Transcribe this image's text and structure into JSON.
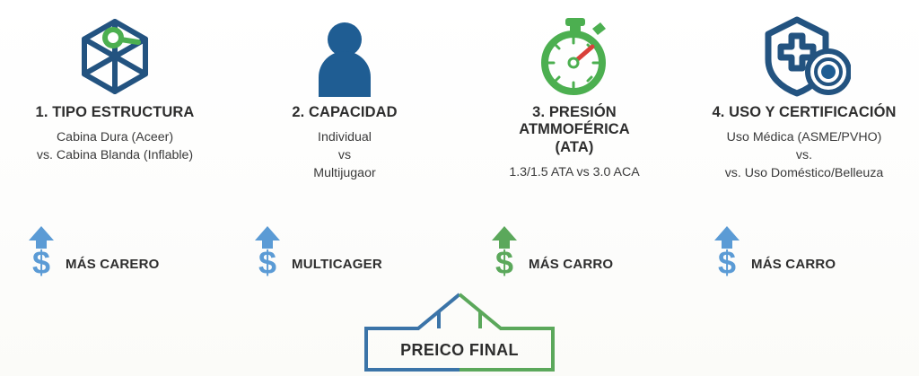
{
  "palette": {
    "dark_blue": "#1F5D93",
    "deep_navy": "#235380",
    "light_blue": "#5B9BD5",
    "green": "#4CAF50",
    "arrow_green": "#5BA85B",
    "red_needle": "#D9403A",
    "text": "#2E2E2E",
    "background": "#FFFFFF"
  },
  "columns": [
    {
      "id": "tipo-estructura",
      "icon": "cube-hexagon-icon",
      "title": "1. TIPO   ESTRUCTURA",
      "subtitle": "Cabina Dura (Aceer)\nvs. Cabina Blanda (Inflable)",
      "cost": {
        "label": "MÁS CARERO",
        "arrow_icon": "arrow-up-icon",
        "currency_icon": "dollar-sign-icon",
        "color": "#5B9BD5"
      }
    },
    {
      "id": "capacidad",
      "icon": "person-icon",
      "title": "2. CAPACIDAD",
      "subtitle": "Individual\nvs\nMultijugaor",
      "cost": {
        "label": "MULTICAGER",
        "arrow_icon": "arrow-up-icon",
        "currency_icon": "dollar-sign-icon",
        "color": "#5B9BD5"
      }
    },
    {
      "id": "presion-atmosferica",
      "icon": "stopwatch-icon",
      "title": "3. PRESIÓN\nATMMOFÉRICA\n(ATA)",
      "subtitle": "1.3/1.5 ATA vs 3.0 ACA",
      "cost": {
        "label": "MÁS CARRO",
        "arrow_icon": "arrow-up-icon",
        "currency_icon": "dollar-sign-icon",
        "color": "#5BA85B"
      }
    },
    {
      "id": "uso-certificacion",
      "icon": "shield-cross-target-icon",
      "title": "4. USO Y CERTIFICACIÓN",
      "subtitle": "Uso Médica (ASME/PVHO)\nvs.\nvs. Uso Doméstico/Belleuza",
      "cost": {
        "label": "MÁS CARRO",
        "arrow_icon": "arrow-up-icon",
        "currency_icon": "dollar-sign-icon",
        "color": "#5B9BD5"
      }
    }
  ],
  "final": {
    "label": "PREICO FINAL",
    "left_stroke_color": "#3B74A8",
    "right_stroke_color": "#5BA85B",
    "icon": "upward-arrow-callout-icon"
  }
}
